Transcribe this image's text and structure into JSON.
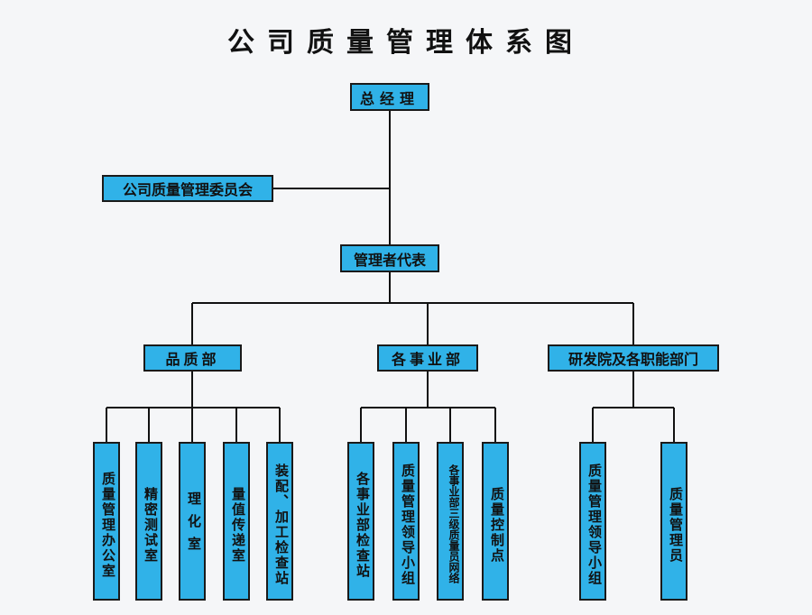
{
  "title": "公司质量管理体系图",
  "nodes": {
    "general_manager": "总经理",
    "committee": "公司质量管理委员会",
    "management_rep": "管理者代表",
    "quality_dept": "品质部",
    "business_depts": "各事业部",
    "rd_depts": "研发院及各职能部门"
  },
  "quality_children": [
    "质量管理办公室",
    "精密测试室",
    "理化室",
    "量值传递室",
    "装配、加工检查站"
  ],
  "business_children": [
    "各事业部检查站",
    "质量管理领导小组",
    "各事业部三级质量员网络",
    "质量控制点"
  ],
  "rd_children": [
    "质量管理领导小组",
    "质量管理员"
  ]
}
